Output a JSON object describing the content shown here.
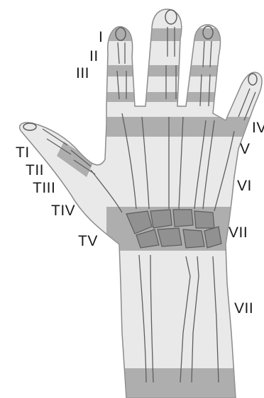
{
  "labels": {
    "digit_zone_1": "I",
    "digit_zone_2": "II",
    "digit_zone_3": "III",
    "digit_zone_4": "IV",
    "digit_zone_5": "V",
    "digit_zone_6": "VI",
    "digit_zone_7": "VII",
    "digit_zone_8": "VII",
    "thumb_zone_1": "TI",
    "thumb_zone_2": "TII",
    "thumb_zone_3": "TIII",
    "thumb_zone_4": "TIV",
    "thumb_zone_5": "TV"
  },
  "colors": {
    "skin": "#e9e9e9",
    "outline": "#8a8a8a",
    "zone_shade": "#9a9a9a",
    "bone": "#5e5e5e",
    "label": "#1a1a1a"
  }
}
